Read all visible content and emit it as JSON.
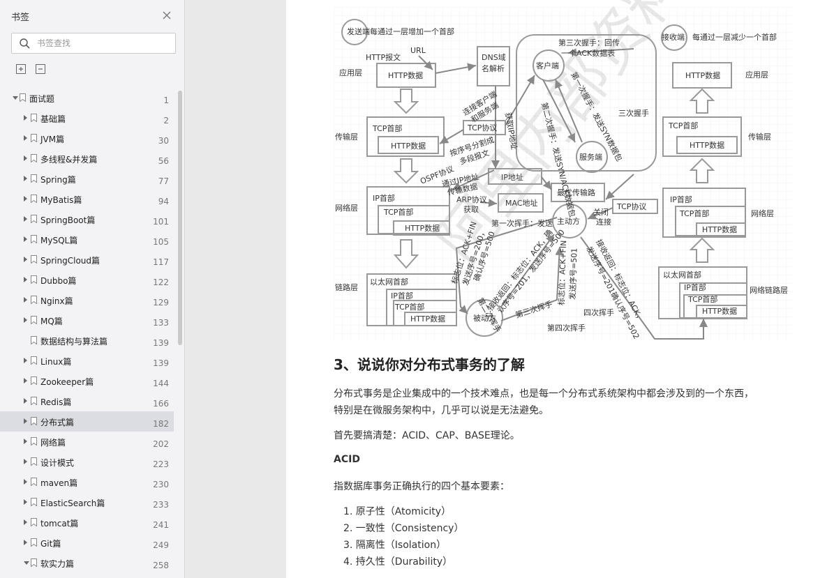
{
  "sidebar": {
    "title": "书签",
    "search_placeholder": "书签查找",
    "bookmarks": [
      {
        "label": "面试题",
        "page": "1",
        "level": 0,
        "expand": "down",
        "selected": false
      },
      {
        "label": "基础篇",
        "page": "2",
        "level": 1,
        "expand": "right",
        "selected": false
      },
      {
        "label": "JVM篇",
        "page": "30",
        "level": 1,
        "expand": "right",
        "selected": false
      },
      {
        "label": "多线程&并发篇",
        "page": "56",
        "level": 1,
        "expand": "right",
        "selected": false
      },
      {
        "label": "Spring篇",
        "page": "77",
        "level": 1,
        "expand": "right",
        "selected": false
      },
      {
        "label": "MyBatis篇",
        "page": "94",
        "level": 1,
        "expand": "right",
        "selected": false
      },
      {
        "label": "SpringBoot篇",
        "page": "101",
        "level": 1,
        "expand": "right",
        "selected": false
      },
      {
        "label": "MySQL篇",
        "page": "105",
        "level": 1,
        "expand": "right",
        "selected": false
      },
      {
        "label": "SpringCloud篇",
        "page": "117",
        "level": 1,
        "expand": "right",
        "selected": false
      },
      {
        "label": "Dubbo篇",
        "page": "122",
        "level": 1,
        "expand": "right",
        "selected": false
      },
      {
        "label": "Nginx篇",
        "page": "129",
        "level": 1,
        "expand": "right",
        "selected": false
      },
      {
        "label": "MQ篇",
        "page": "133",
        "level": 1,
        "expand": "right",
        "selected": false
      },
      {
        "label": "数据结构与算法篇",
        "page": "139",
        "level": 1,
        "expand": "none",
        "selected": false
      },
      {
        "label": "Linux篇",
        "page": "139",
        "level": 1,
        "expand": "right",
        "selected": false
      },
      {
        "label": "Zookeeper篇",
        "page": "144",
        "level": 1,
        "expand": "right",
        "selected": false
      },
      {
        "label": "Redis篇",
        "page": "166",
        "level": 1,
        "expand": "right",
        "selected": false
      },
      {
        "label": "分布式篇",
        "page": "182",
        "level": 1,
        "expand": "right",
        "selected": true
      },
      {
        "label": "网络篇",
        "page": "202",
        "level": 1,
        "expand": "right",
        "selected": false
      },
      {
        "label": "设计模式",
        "page": "223",
        "level": 1,
        "expand": "right",
        "selected": false
      },
      {
        "label": "maven篇",
        "page": "230",
        "level": 1,
        "expand": "right",
        "selected": false
      },
      {
        "label": "ElasticSearch篇",
        "page": "233",
        "level": 1,
        "expand": "right",
        "selected": false
      },
      {
        "label": "tomcat篇",
        "page": "241",
        "level": 1,
        "expand": "right",
        "selected": false
      },
      {
        "label": "Git篇",
        "page": "249",
        "level": 1,
        "expand": "right",
        "selected": false
      },
      {
        "label": "软实力篇",
        "page": "258",
        "level": 1,
        "expand": "down",
        "selected": false
      }
    ]
  },
  "diagram": {
    "send_side_circle": "发送端",
    "send_side_note": "每通过一层增加一个首部",
    "recv_side_circle": "接收端",
    "recv_side_note": "每通过一层减少一个首部",
    "layer_app": "应用层",
    "layer_transport": "传输层",
    "layer_network": "网络层",
    "layer_link": "链路层",
    "layer_link_right": "网络链路层",
    "http_packet": "HTTP报文",
    "url": "URL",
    "http_data": "HTTP数据",
    "dns_line1": "DNS域",
    "dns_line2": "名解析",
    "client": "客户端",
    "server": "服务端",
    "third_handshake_1": "第三次握手：回传",
    "third_handshake_2": "一个ACK数据表",
    "three_handshakes": "三次握手",
    "first_handshake": "第一次握手：发送SYN数据包",
    "second_handshake": "第二次握手：发送SYN/ACK数据包",
    "connect_label_1": "连接客户端",
    "connect_label_2": "和服务端",
    "tcp_header": "TCP首部",
    "tcp_protocol": "TCP协议",
    "get_ip": "获取IP地址",
    "seq_split_1": "按序号分割成",
    "seq_split_2": "多段报文",
    "ospf": "OSPF协议",
    "via_ip_1": "通过IP地址",
    "via_ip_2": "传输数据",
    "ip_address": "IP地址",
    "best_path": "最优传输路",
    "arp_1": "ARP协议",
    "arp_2": "获取",
    "mac_address": "MAC地址",
    "ip_header": "IP首部",
    "ethernet_header": "以太网首部",
    "active_side": "主动方",
    "passive_side": "被动方",
    "close_1": "关闭",
    "close_2": "连接",
    "first_wave": "第一次挥手：发送",
    "flag_ack_fin_a": "标志位：ACK+FIN",
    "seq_200": "发送序号=200，",
    "ack_500": "确认序号=500",
    "second_wave_a": "第二次挥手",
    "recv_reply_a": "接收返回：标志位：ACK，确",
    "ack_201_seq_500": "认序号=201，发送序号=500",
    "third_wave": "第三次挥手",
    "flag_ack_fin_b": "标志位：ACK+FIN",
    "seq_501": "发送序号=501",
    "recv_reply_b": "接收返回：标志位：ACK，",
    "seq201_ack502": "发送序号=201确认序号=502",
    "four_waves": "四次挥手",
    "fourth_wave": "第四次挥手"
  },
  "doc": {
    "heading": "3、说说你对分布式事务的了解",
    "para1_line1": "分布式事务是企业集成中的一个技术难点，也是每一个分布式系统架构中都会涉及到的一个东西，",
    "para1_line2": "特别是在微服务架构中，几乎可以说是无法避免。",
    "para2": "首先要搞清楚：ACID、CAP、BASE理论。",
    "acid_heading": "ACID",
    "para3": "指数据库事务正确执行的四个基本要素：",
    "list": [
      "1. 原子性（Atomicity）",
      "2. 一致性（Consistency）",
      "3. 隔离性（Isolation）",
      "4. 持久性（Durability）"
    ],
    "watermark": "阿里内部资料"
  }
}
